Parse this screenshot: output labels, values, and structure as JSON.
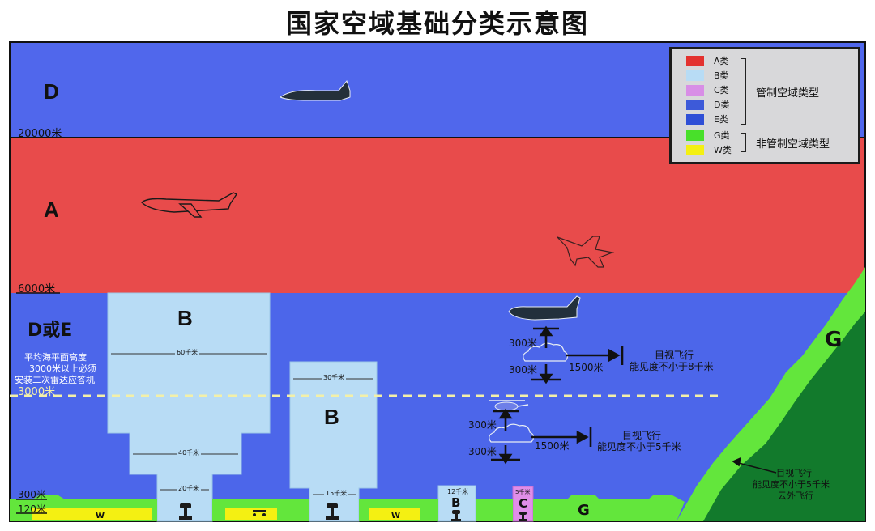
{
  "title": "国家空域基础分类示意图",
  "colors": {
    "class_a": "#e84b4b",
    "class_b": "#b8dcf5",
    "class_c": "#e08ee8",
    "class_d": "#5067ec",
    "class_e": "#3f55de",
    "class_g": "#63e63c",
    "class_g_dark": "#127a2c",
    "class_w": "#f4f012",
    "dashed_line": "#f3f0a8"
  },
  "zones": {
    "top": "D",
    "middle": "A",
    "lower": "D或E",
    "b_large": "B",
    "b_medium": "B",
    "b_small": "B",
    "c_small": "C",
    "g_ground": "G",
    "g_mountain": "G",
    "w_left": "W",
    "w_mid": "W"
  },
  "altitudes": {
    "alt_20000": "20000米",
    "alt_6000": "6000米",
    "alt_3000": "3000米",
    "alt_300": "300米",
    "alt_120": "120米"
  },
  "transponder_note": [
    "平均海平面高度",
    "3000米以上必须",
    "安装二次雷达应答机"
  ],
  "radii": {
    "r60": "60千米",
    "r40": "40千米",
    "r20": "20千米",
    "r30": "30千米",
    "r15": "15千米",
    "r12": "12千米",
    "r5": "5千米"
  },
  "vfr_high": {
    "above": "300米",
    "below": "300米",
    "horizontal": "1500米",
    "title": "目视飞行",
    "visibility": "能见度不小于8千米"
  },
  "vfr_low": {
    "above": "300米",
    "below": "300米",
    "horizontal": "1500米",
    "title": "目视飞行",
    "visibility": "能见度不小于5千米"
  },
  "vfr_g": [
    "目视飞行",
    "能见度不小于5千米",
    "云外飞行"
  ],
  "legend": {
    "items": [
      {
        "label": "A类",
        "color": "#e3322f"
      },
      {
        "label": "B类",
        "color": "#b8dcf5"
      },
      {
        "label": "C类",
        "color": "#d88ee6"
      },
      {
        "label": "D类",
        "color": "#3d5ad9"
      },
      {
        "label": "E类",
        "color": "#2f4fd6"
      },
      {
        "label": "G类",
        "color": "#48e02a"
      },
      {
        "label": "W类",
        "color": "#f4f012"
      }
    ],
    "controlled": "管制空域类型",
    "uncontrolled": "非管制空域类型"
  }
}
